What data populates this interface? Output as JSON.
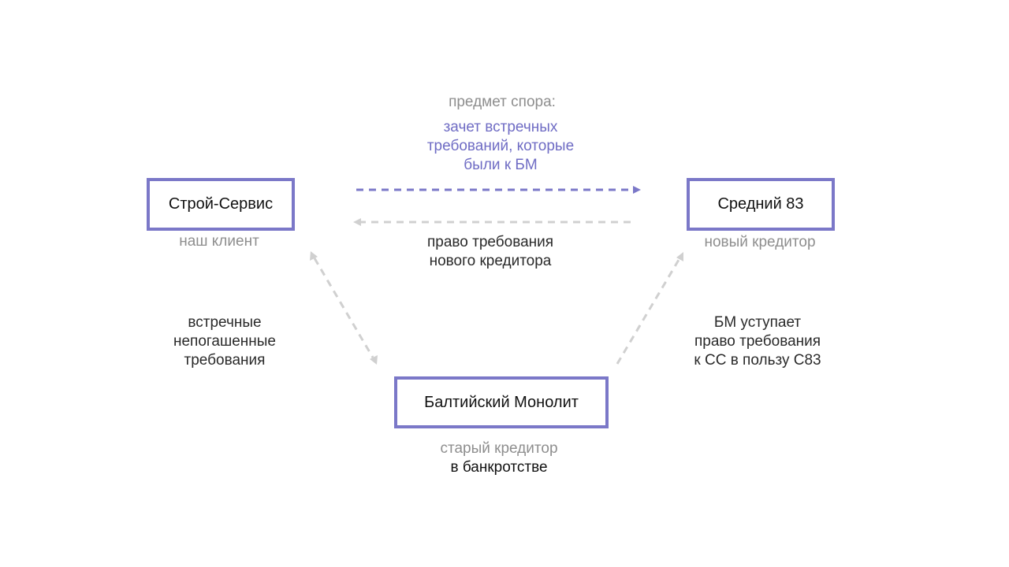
{
  "nodes": {
    "stroy_servis": {
      "name": "Строй-Сервис",
      "caption": "наш клиент"
    },
    "sredniy_83": {
      "name": "Средний 83",
      "caption": "новый кредитор"
    },
    "baltic_monolit": {
      "name": "Балтийский Монолит",
      "caption_line1": "старый кредитор",
      "caption_line2": "в банкротстве"
    }
  },
  "dispute": {
    "heading": "предмет спора:",
    "line1": "зачет встречных",
    "line2": "требований, которые",
    "line3": "были к БМ"
  },
  "edges": {
    "claim_right": {
      "line1": "право требования",
      "line2": "нового кредитора"
    },
    "counter_claims": {
      "line1": "встречные",
      "line2": "непогашенные",
      "line3": "требования"
    },
    "assignment": {
      "line1": "БМ уступает",
      "line2": "право требования",
      "line3": "к СС в пользу С83"
    }
  },
  "colors": {
    "accent": "#7b78c8",
    "dashed_gray": "#d0d0d0",
    "caption_gray": "#8e8e8e"
  }
}
